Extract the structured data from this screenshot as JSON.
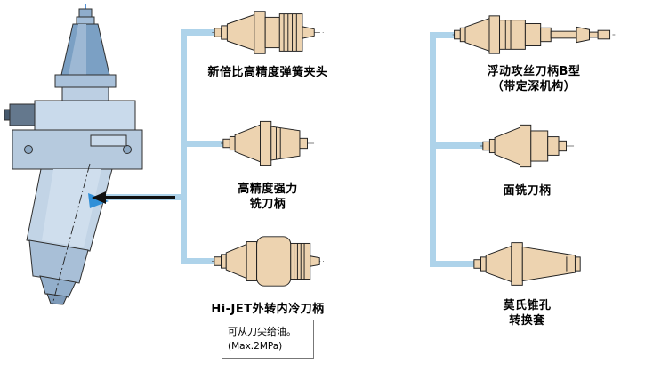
{
  "tools": [
    {
      "name": "collet-chuck",
      "lines": [
        "新倍比高精度弹簧夹头"
      ]
    },
    {
      "name": "milling-chuck",
      "lines": [
        "高精度强力",
        "铣刀柄"
      ]
    },
    {
      "name": "hijet-coolant-holder",
      "lines": [
        "Hi-JET外转内冷刀柄"
      ]
    },
    {
      "name": "floating-tap-holder",
      "lines": [
        "浮动攻丝刀柄B型",
        "（带定深机构）"
      ]
    },
    {
      "name": "face-mill-holder",
      "lines": [
        "面铣刀柄"
      ]
    },
    {
      "name": "morse-taper-sleeve",
      "lines": [
        "莫氏锥孔",
        "转换套"
      ]
    }
  ],
  "note": {
    "lines": [
      "可从刀尖给油。",
      "(Max.2MPa)"
    ]
  },
  "colors": {
    "connector": "#aed3ea",
    "tool_fill": "#edd3b0",
    "machine_fill": "#c9daeb",
    "accent_blue": "#1f6fc9"
  }
}
